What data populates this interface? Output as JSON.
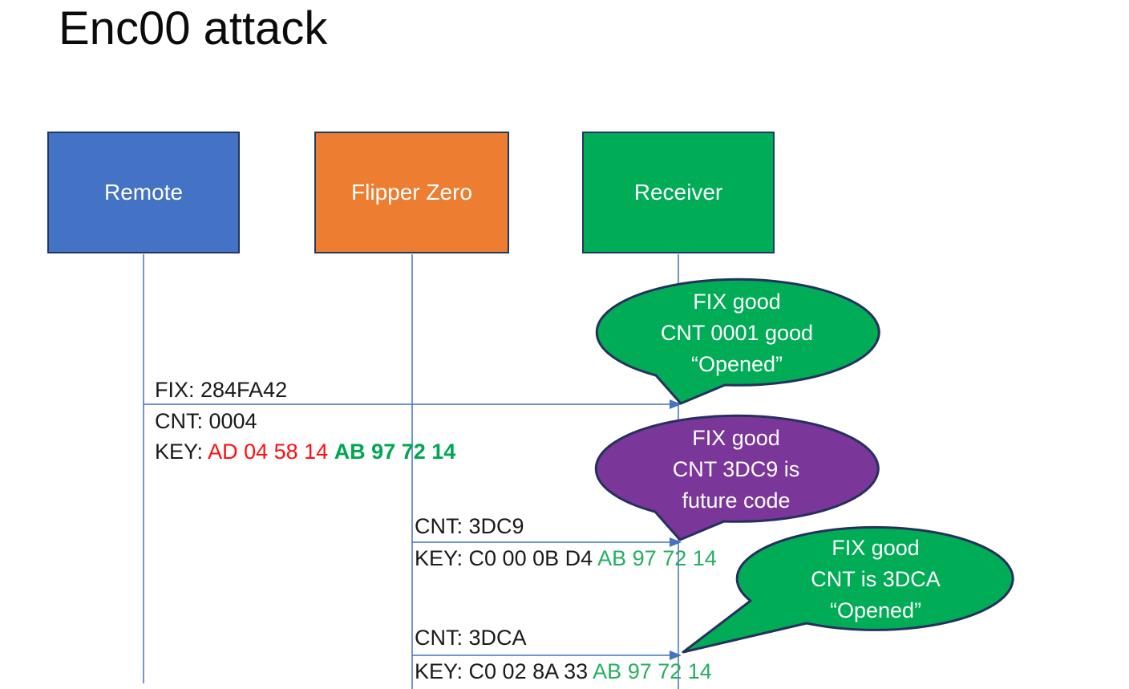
{
  "slide": {
    "title": "Enc00 attack"
  },
  "actors": [
    {
      "id": "remote",
      "label": "Remote",
      "fill": "#4472C4"
    },
    {
      "id": "flipper",
      "label": "Flipper Zero",
      "fill": "#ED7D31"
    },
    {
      "id": "receiver",
      "label": "Receiver",
      "fill": "#00AC55"
    }
  ],
  "colors": {
    "actor_border": "#1F3864",
    "lifeline": "#4472C4",
    "callout_green": "#00AC55",
    "callout_purple": "#7A3699",
    "callout_border": "#26305F",
    "key_red": "#FF0F0F",
    "key_green_bold": "#00A651",
    "key_green": "#27AE60"
  },
  "messages": [
    {
      "from": "Remote",
      "to": "Receiver",
      "lines": [
        {
          "parts": [
            {
              "text": "FIX: 284FA42"
            }
          ]
        },
        {
          "parts": [
            {
              "text": "CNT: 0004"
            }
          ]
        },
        {
          "parts": [
            {
              "text": "KEY: "
            },
            {
              "text": "AD 04 58 14 "
            },
            {
              "text": "AB 97 72 14"
            }
          ]
        }
      ]
    },
    {
      "from": "Flipper Zero",
      "to": "Receiver",
      "lines": [
        {
          "parts": [
            {
              "text": "CNT: 3DC9"
            }
          ]
        },
        {
          "parts": [
            {
              "text": "KEY: C0 00 0B D4 "
            },
            {
              "text": "AB 97 72 14"
            }
          ]
        }
      ]
    },
    {
      "from": "Flipper Zero",
      "to": "Receiver",
      "lines": [
        {
          "parts": [
            {
              "text": "CNT: 3DCA"
            }
          ]
        },
        {
          "parts": [
            {
              "text": "KEY: C0 02 8A 33 "
            },
            {
              "text": "AB 97 72 14"
            }
          ]
        }
      ]
    }
  ],
  "callouts": [
    {
      "variant": "green",
      "lines": [
        "FIX good",
        "CNT 0001 good",
        "“Opened”"
      ]
    },
    {
      "variant": "purple",
      "lines": [
        "FIX good",
        "CNT 3DC9 is",
        "future code"
      ]
    },
    {
      "variant": "green",
      "lines": [
        "FIX good",
        "CNT is 3DCA",
        "“Opened”"
      ]
    }
  ]
}
